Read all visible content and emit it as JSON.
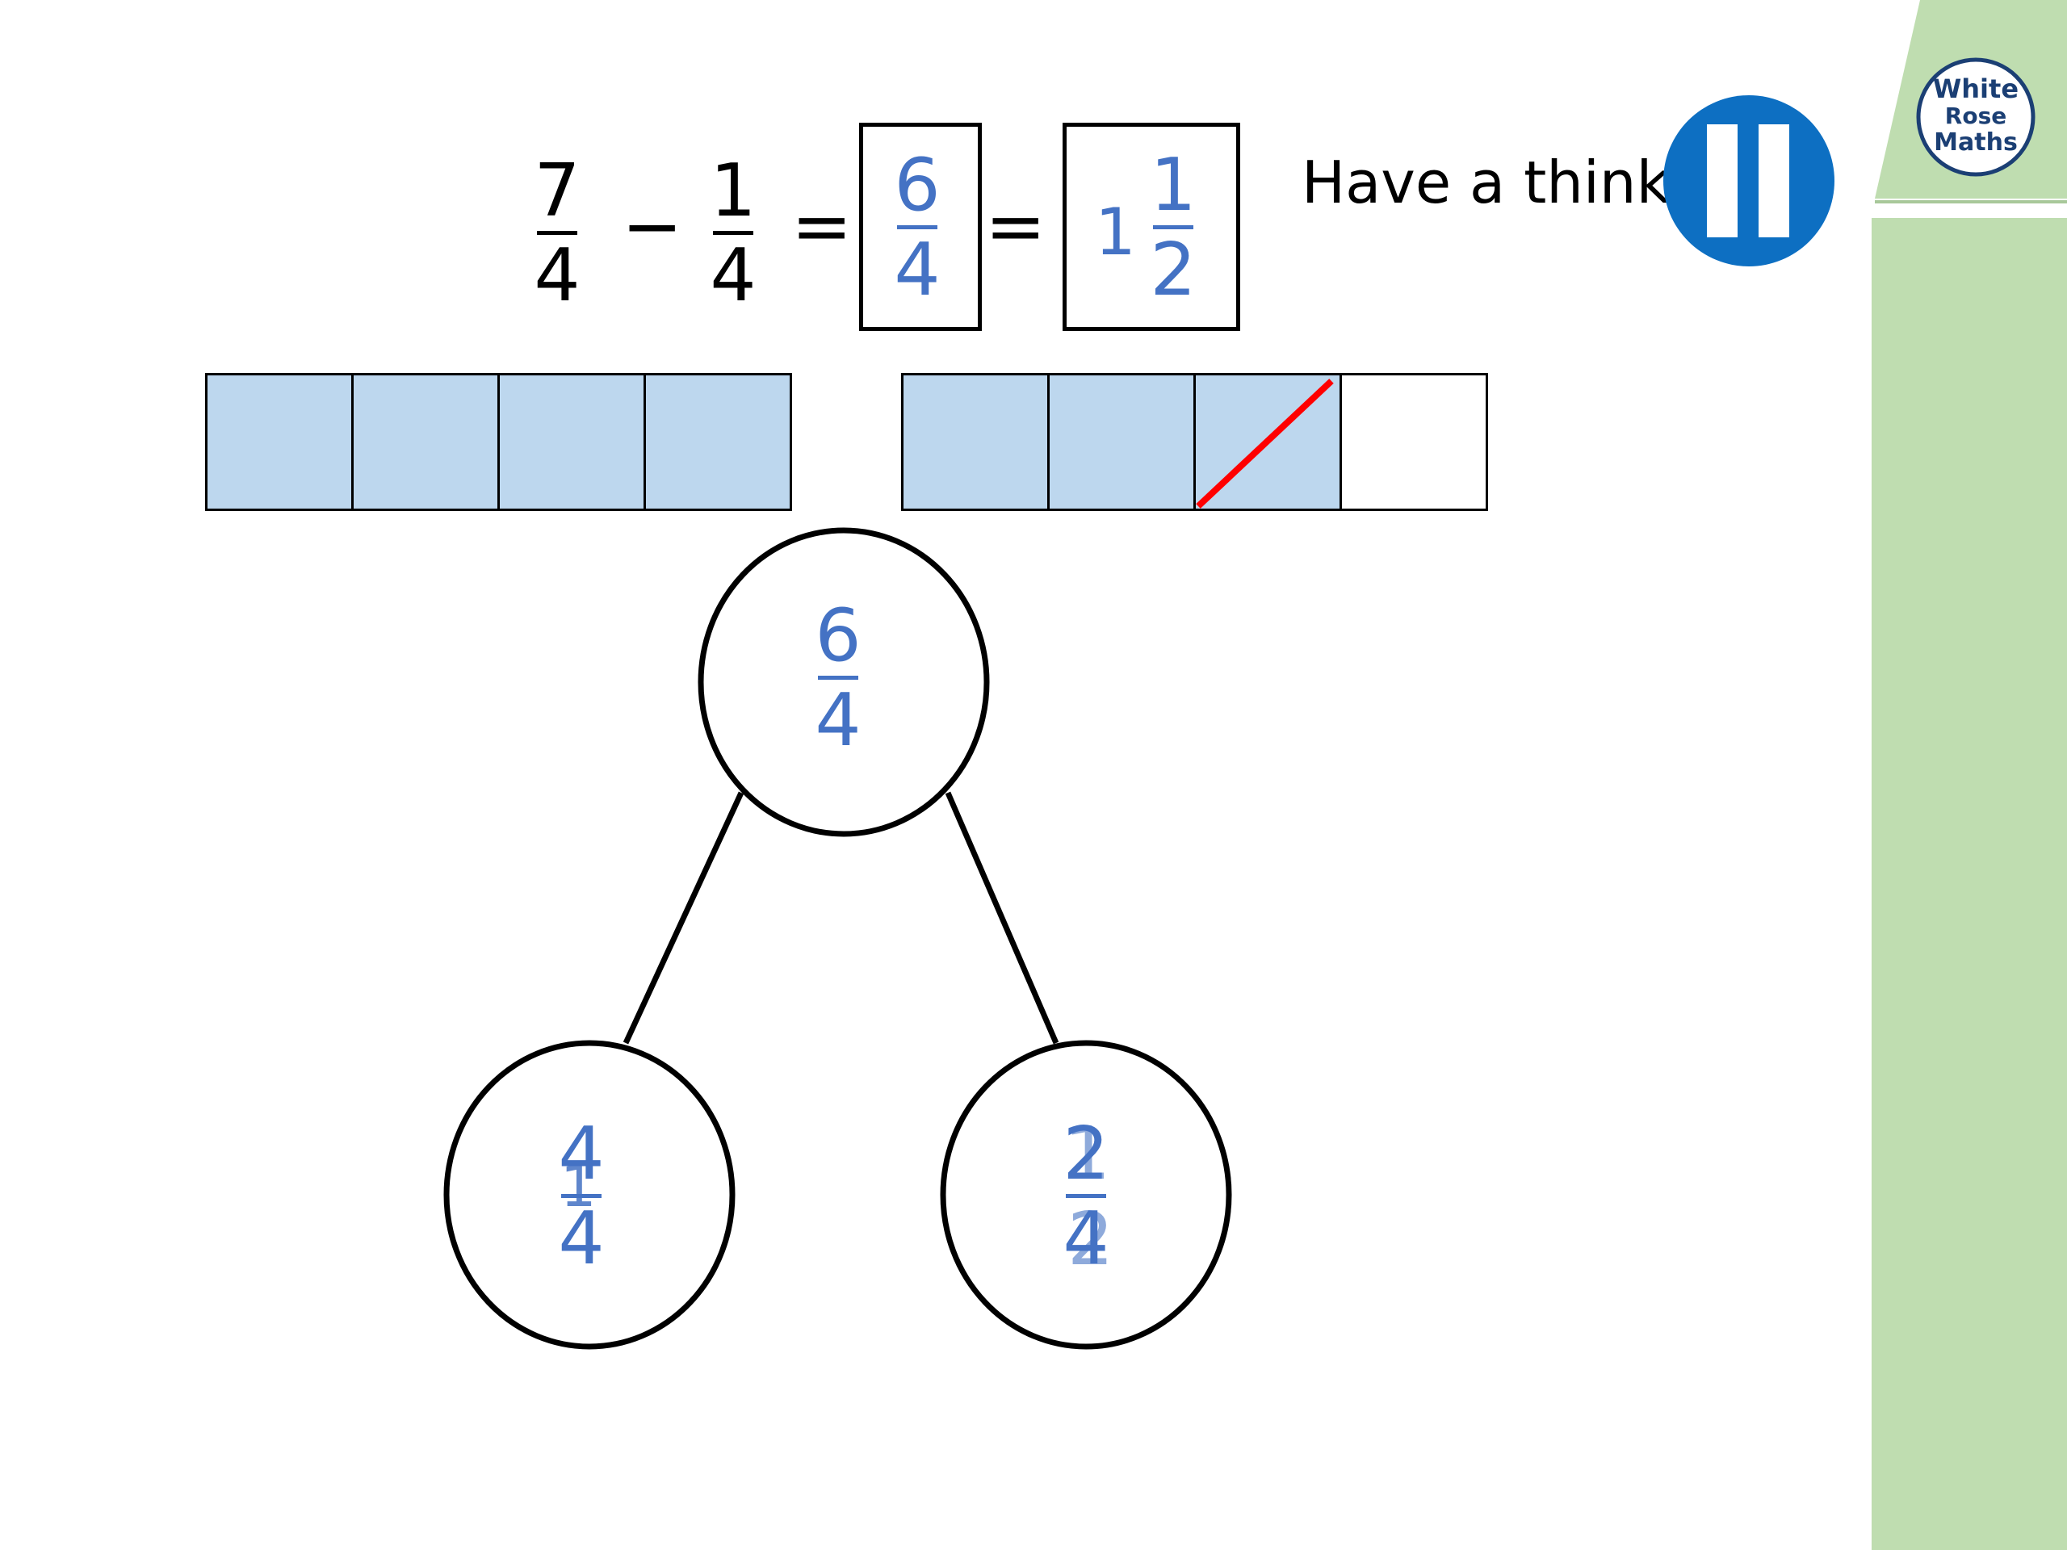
{
  "equation": {
    "fraction_1": {
      "numerator": "7",
      "denominator": "4"
    },
    "minus": "−",
    "fraction_2": {
      "numerator": "1",
      "denominator": "4"
    },
    "equals_1": "=",
    "answer_1": {
      "numerator": "6",
      "denominator": "4"
    },
    "equals_2": "=",
    "answer_2": {
      "whole": "1",
      "numerator": "1",
      "denominator": "2"
    }
  },
  "prompt": {
    "text": "Have a think"
  },
  "pause_button": {
    "icon": "pause-icon",
    "color": "#0d6fc2"
  },
  "logo": {
    "line_1": "White",
    "line_2": "Rose",
    "line_3": "Maths",
    "color": "#1b3f74"
  },
  "bar_models": [
    {
      "parts": 4,
      "shaded": 4,
      "crossed_out": []
    },
    {
      "parts": 4,
      "shaded": 3,
      "crossed_out": [
        2
      ]
    }
  ],
  "part_whole": {
    "whole": {
      "numerator": "6",
      "denominator": "4"
    },
    "part_left": {
      "numerator_visible": "4",
      "denominator_visible": "4",
      "numerator_overwritten": "1"
    },
    "part_right": {
      "numerator_visible": "2",
      "denominator_visible": "4",
      "numerator_overwritten": "1",
      "denominator_overwritten": "2"
    }
  },
  "colors": {
    "answer_blue": "#4472c4",
    "bar_fill": "#bdd7ee",
    "cross_red": "#ff0000",
    "panel_green": "#bfddb0"
  }
}
